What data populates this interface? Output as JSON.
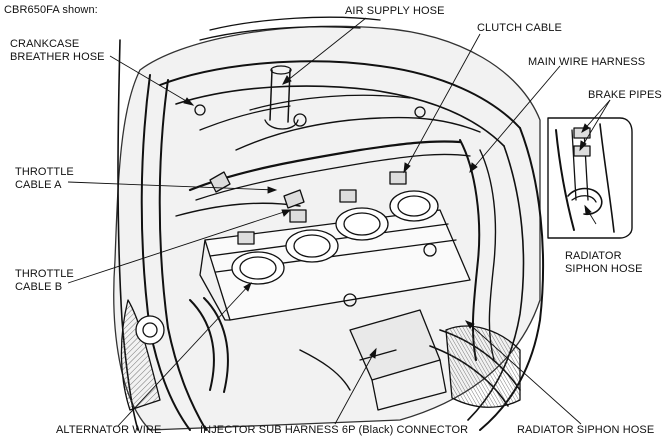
{
  "caption": "CBR650FA shown:",
  "callouts": {
    "crankcase_breather_hose": [
      "CRANKCASE",
      "BREATHER HOSE"
    ],
    "air_supply_hose": "AIR SUPPLY HOSE",
    "clutch_cable": "CLUTCH CABLE",
    "main_wire_harness": "MAIN WIRE HARNESS",
    "brake_pipes": "BRAKE PIPES",
    "throttle_cable_a": [
      "THROTTLE",
      "CABLE A"
    ],
    "throttle_cable_b": [
      "THROTTLE",
      "CABLE B"
    ],
    "radiator_siphon_hose_inset": [
      "RADIATOR",
      "SIPHON HOSE"
    ],
    "alternator_wire": "ALTERNATOR WIRE",
    "injector_sub_harness": "INJECTOR SUB HARNESS 6P (Black) CONNECTOR",
    "radiator_siphon_hose_bottom": "RADIATOR SIPHON HOSE"
  }
}
